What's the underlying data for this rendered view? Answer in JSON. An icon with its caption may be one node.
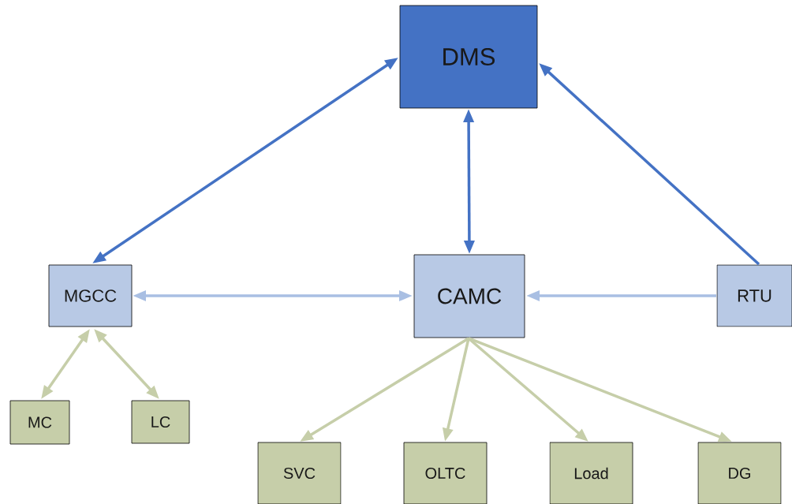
{
  "diagram": {
    "nodes": [
      {
        "text": [
          "DMS"
        ]
      },
      {
        "text": [
          "MGCC"
        ]
      },
      {
        "text": [
          "CAMC"
        ]
      },
      {
        "text": [
          "RTU"
        ]
      },
      {
        "text": [
          "MC"
        ]
      },
      {
        "text": [
          "LC"
        ]
      },
      {
        "text": [
          "SVC"
        ]
      },
      {
        "text": [
          "OLTC"
        ]
      },
      {
        "text": [
          "Load"
        ]
      },
      {
        "text": [
          "DG"
        ]
      }
    ],
    "edges": [
      {
        "from": 0,
        "to": 1,
        "arrow": "both",
        "color": "#4472c4"
      },
      {
        "from": 0,
        "to": 2,
        "arrow": "both",
        "color": "#4472c4"
      },
      {
        "from": 3,
        "to": 0,
        "arrow": "to",
        "color": "#4472c4"
      },
      {
        "from": 1,
        "to": 2,
        "arrow": "both",
        "color": "#a9bfe3"
      },
      {
        "from": 3,
        "to": 2,
        "arrow": "to",
        "color": "#a9bfe3"
      },
      {
        "from": 1,
        "to": 4,
        "arrow": "both"
      },
      {
        "from": 1,
        "to": 5,
        "arrow": "both"
      },
      {
        "from": 2,
        "to": 6,
        "arrow": "to"
      },
      {
        "from": 2,
        "to": 7,
        "arrow": "to"
      },
      {
        "from": 2,
        "to": 8,
        "arrow": "to"
      },
      {
        "from": 2,
        "to": 9,
        "arrow": "to"
      }
    ]
  }
}
